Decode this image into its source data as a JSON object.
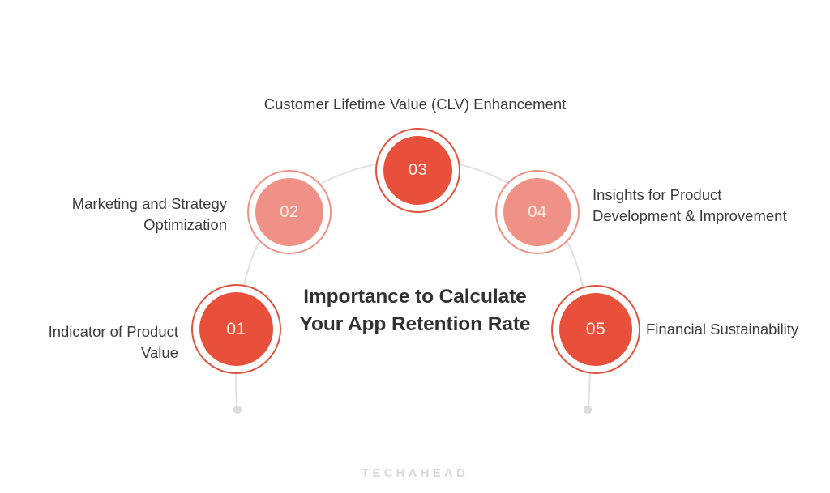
{
  "theme": {
    "background": "#ffffff",
    "accent_dark": "#e8503c",
    "accent_light": "#ef9186",
    "connector_line": "#e0e0e0",
    "title_color": "#2f3133",
    "label_color": "#3c3c3c",
    "number_color": "#fdf0e6",
    "watermark_color": "#d8d8d8"
  },
  "center": {
    "title": "Importance to Calculate\nYour App Retention Rate"
  },
  "nodes": [
    {
      "number": "01",
      "label": "Indicator of Product\nValue",
      "tone": "dark"
    },
    {
      "number": "02",
      "label": "Marketing and Strategy\nOptimization",
      "tone": "light"
    },
    {
      "number": "03",
      "label": "Customer Lifetime Value (CLV) Enhancement",
      "tone": "dark"
    },
    {
      "number": "04",
      "label": "Insights for Product\nDevelopment & Improvement",
      "tone": "light"
    },
    {
      "number": "05",
      "label": "Financial Sustainability",
      "tone": "dark"
    }
  ],
  "footer": {
    "logo_text": "TECHAHEAD"
  }
}
